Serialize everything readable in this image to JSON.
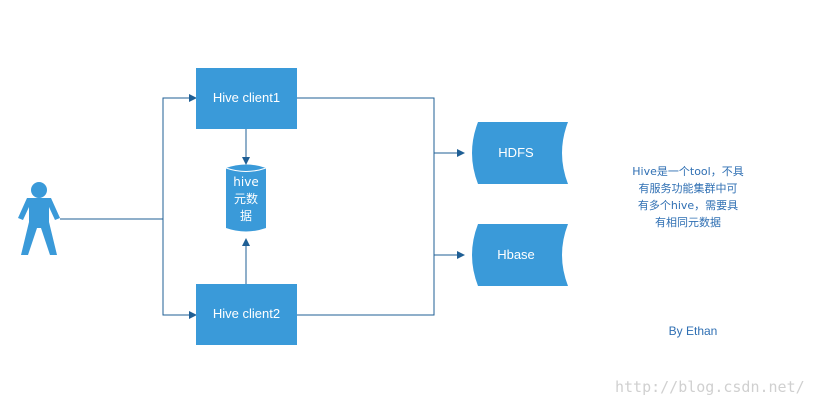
{
  "diagram": {
    "nodes": {
      "client1": {
        "label": "Hive  client1"
      },
      "client2": {
        "label": "Hive client2"
      },
      "metastore": {
        "lines": [
          "hive",
          "元数",
          "据"
        ]
      },
      "hdfs": {
        "label": "HDFS"
      },
      "hbase": {
        "label": "Hbase"
      }
    },
    "note": {
      "lines": [
        "Hive是一个tool，不具",
        "有服务功能集群中可",
        "有多个hive，需要具",
        "有相同元数据"
      ]
    },
    "author": "By  Ethan",
    "watermark": "http://blog.csdn.net/"
  },
  "colors": {
    "node_fill": "#3a9ad9",
    "edge": "#1f5f95",
    "note_text": "#2f6fb3",
    "watermark": "#d0d0d0"
  }
}
